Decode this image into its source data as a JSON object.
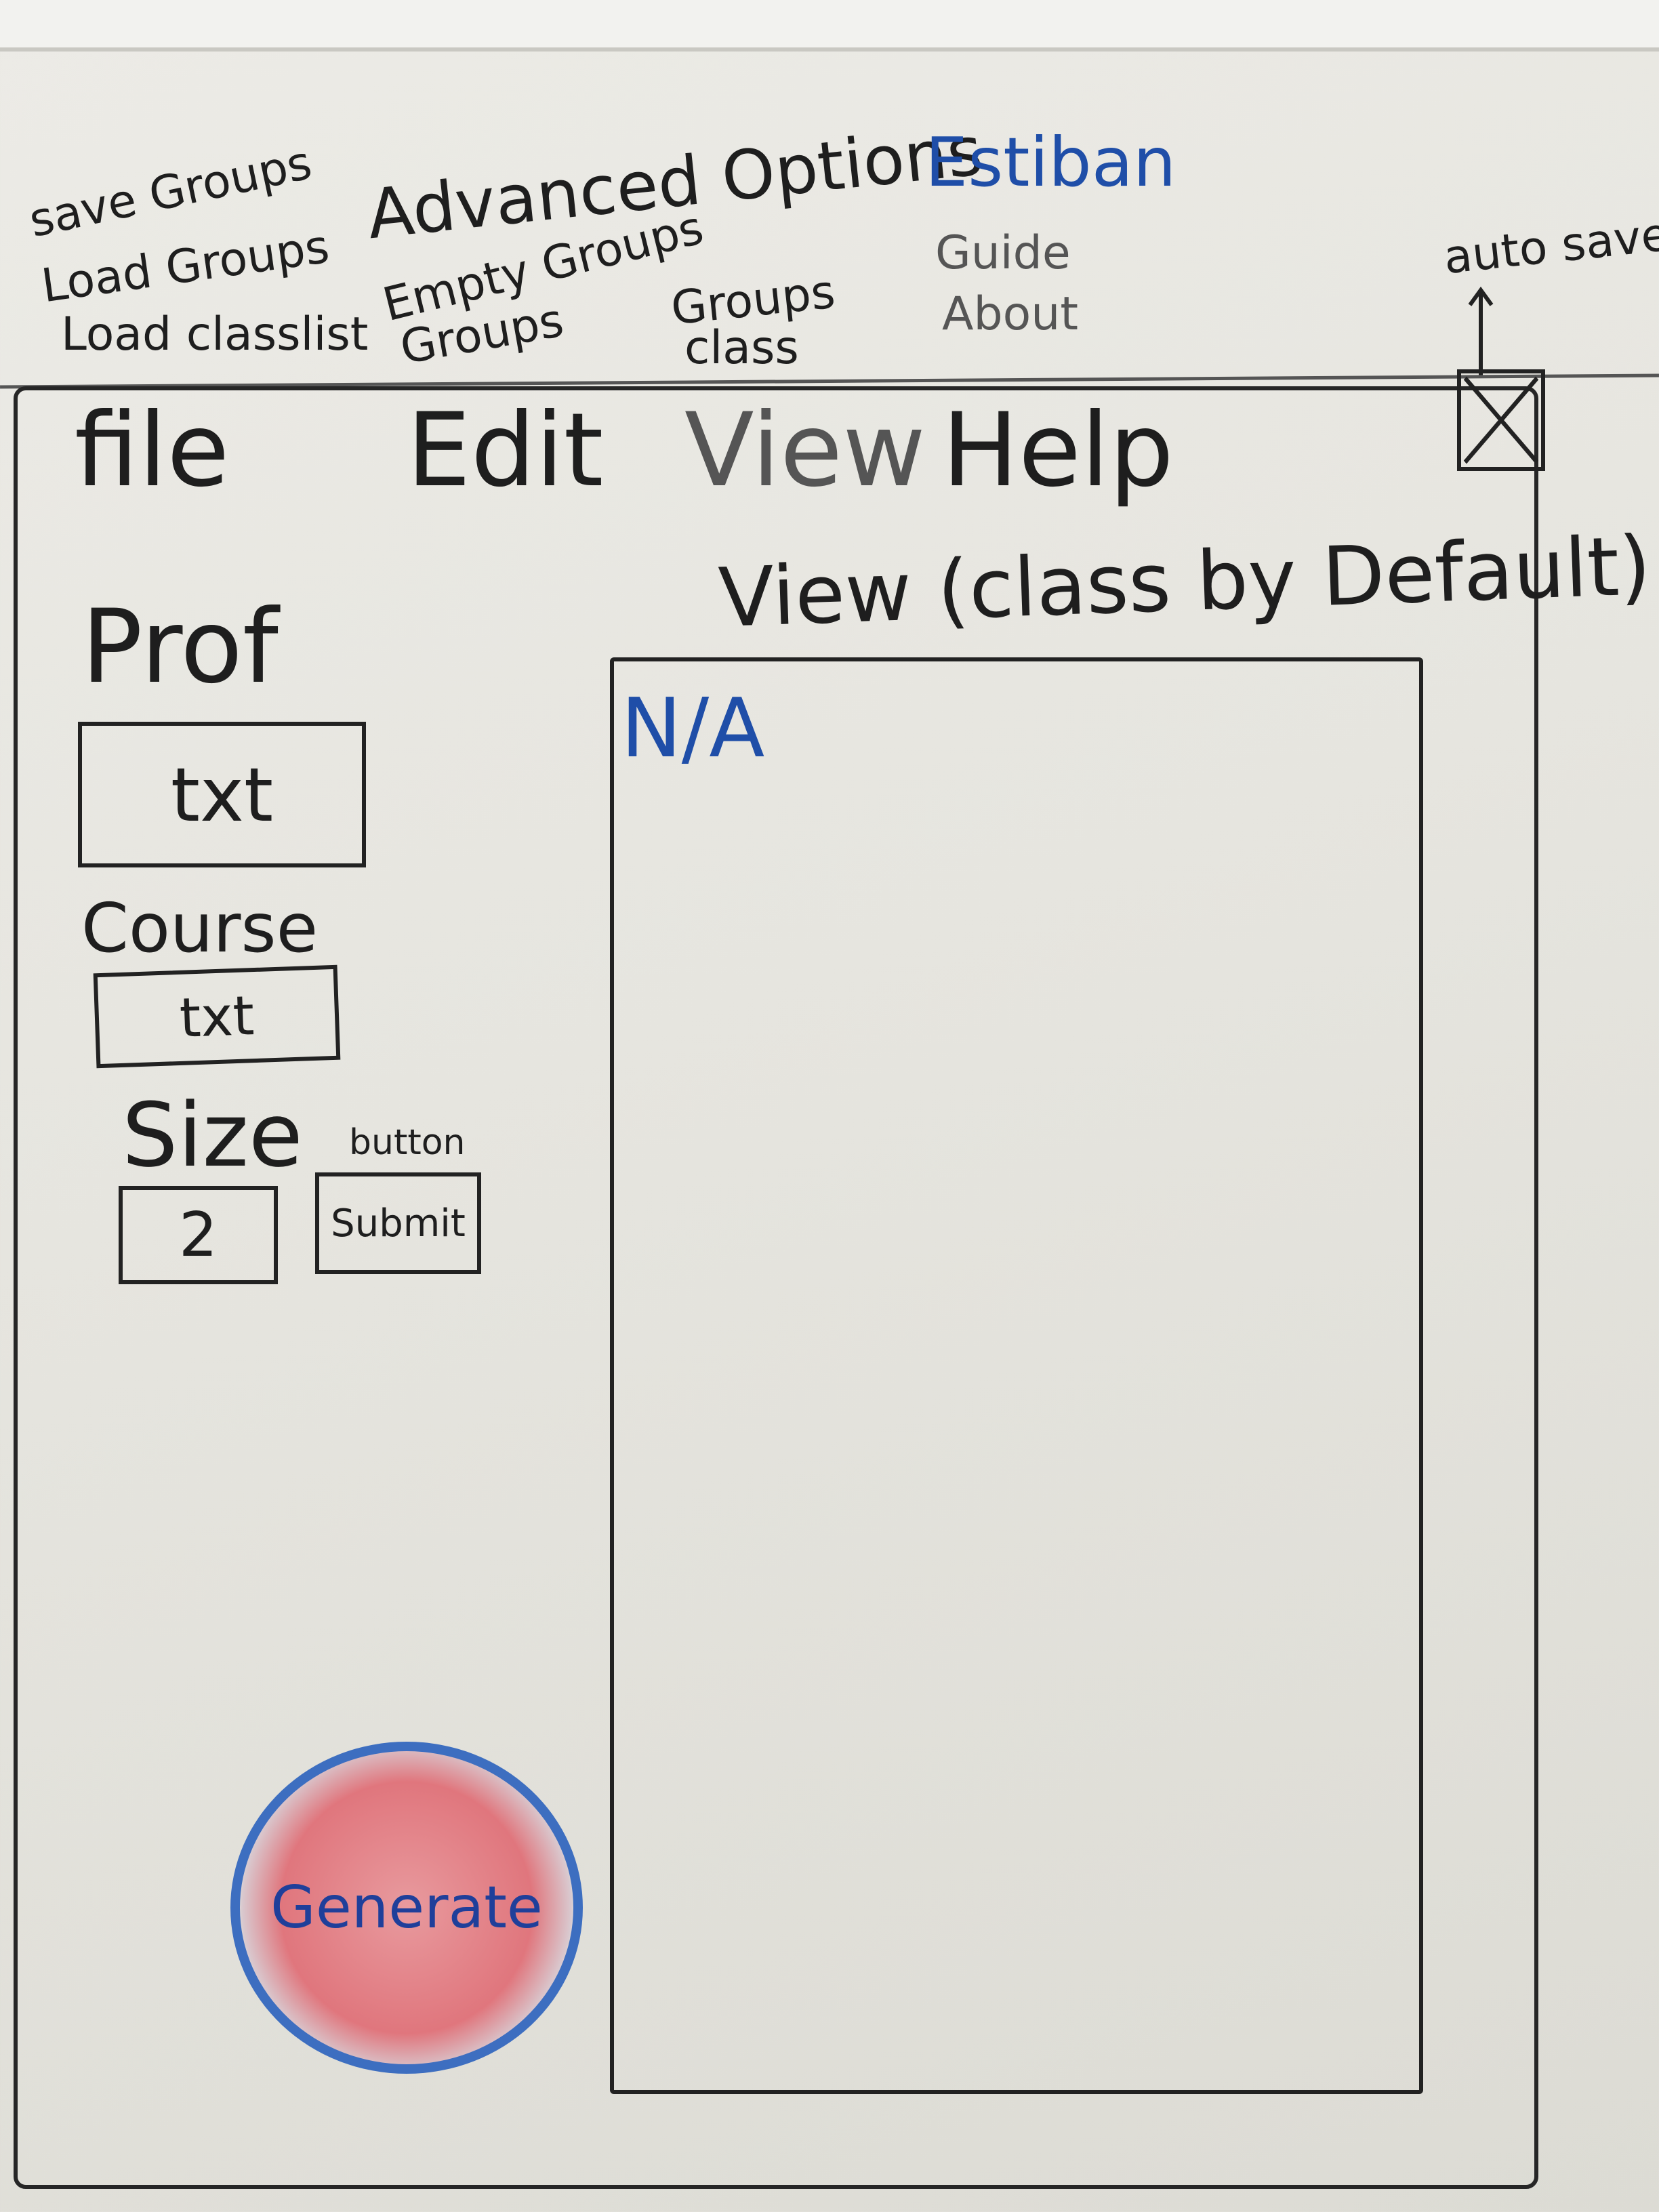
{
  "notes": {
    "file_menu": [
      "save Groups",
      "Load Groups",
      "Load classlist"
    ],
    "edit_menu": [
      "Advanced Options",
      "Empty Groups",
      "Groups"
    ],
    "view_menu": [
      "Groups",
      "class"
    ],
    "help_menu": [
      "Estiban",
      "Guide",
      "About"
    ],
    "autosave": "auto save",
    "button_note": "button"
  },
  "menubar": {
    "file": "file",
    "edit": "Edit",
    "view": "View",
    "help": "Help"
  },
  "sidebar": {
    "prof_label": "Prof",
    "prof_value": "txt",
    "course_label": "Course",
    "course_value": "txt",
    "size_label": "Size",
    "size_value": "2",
    "submit_label": "Submit"
  },
  "main": {
    "view_title": "View (class by Default)",
    "view_content": "N/A"
  },
  "generate_label": "Generate",
  "colors": {
    "ink": "#1e1e1e",
    "blue": "#1f4ea8",
    "red": "#e0767d"
  }
}
